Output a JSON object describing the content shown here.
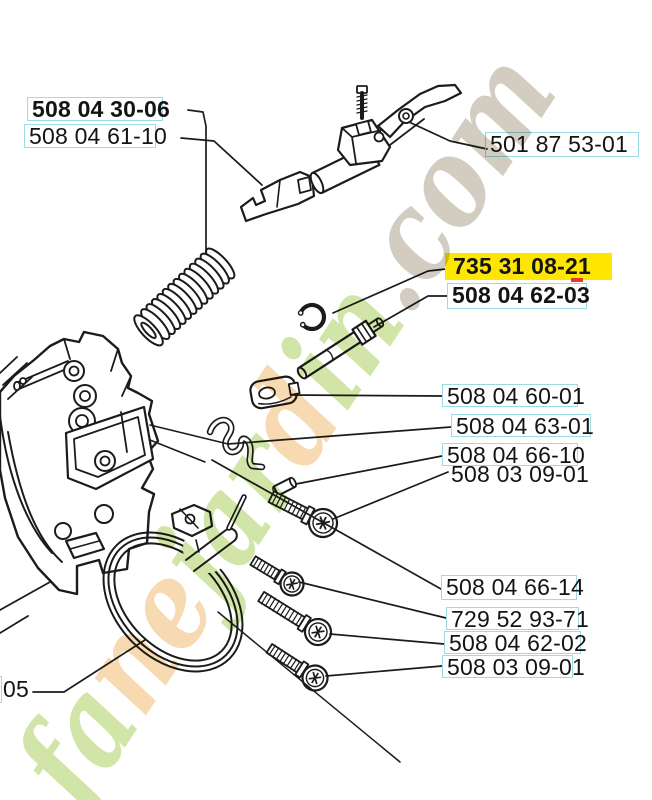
{
  "colors": {
    "highlight_yellow": "#ffe600",
    "link_box_cyan": "#9cdbe6",
    "ink": "#1b1b1b",
    "marker_red": "#e23b2e",
    "watermark_green": "#c6e093",
    "watermark_orange": "#f5d2a0",
    "watermark_grey": "#c8c1b4"
  },
  "watermark": {
    "text": "fanejardin.com",
    "parts": [
      {
        "text": "fa"
      },
      {
        "text": "ne"
      },
      {
        "text": "jar"
      },
      {
        "text": "d"
      },
      {
        "text": "in"
      },
      {
        "text": ".com"
      }
    ]
  },
  "labels": [
    {
      "text": "508 04 30-06"
    },
    {
      "text": "508 04 61-10"
    },
    {
      "text": "501 87 53-01"
    },
    {
      "text": "735 31 08-21"
    },
    {
      "text": "508 04 62-03"
    },
    {
      "text": "508 04 60-01"
    },
    {
      "text": "508 04 63-01"
    },
    {
      "text": "508 04 66-10"
    },
    {
      "text": "508 03 09-01"
    },
    {
      "text": "508 04 66-14"
    },
    {
      "text": "729 52 93-71"
    },
    {
      "text": "508 04 62-02"
    },
    {
      "text": "508 03 09-01"
    },
    {
      "text": "05"
    }
  ]
}
